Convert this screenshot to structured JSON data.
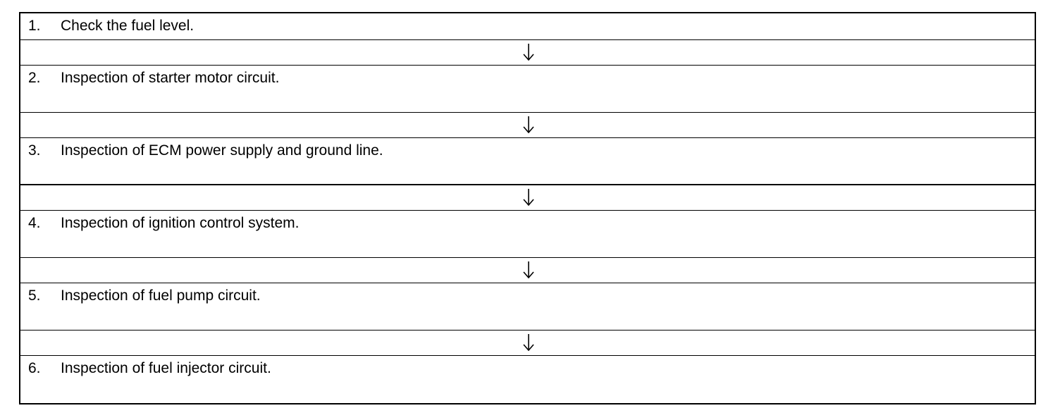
{
  "steps": [
    {
      "number": "1.",
      "text": "Check the fuel level."
    },
    {
      "number": "2.",
      "text": "Inspection of starter motor circuit."
    },
    {
      "number": "3.",
      "text": "Inspection of ECM power supply and ground line."
    },
    {
      "number": "4.",
      "text": "Inspection of ignition control system."
    },
    {
      "number": "5.",
      "text": "Inspection of fuel pump circuit."
    },
    {
      "number": "6.",
      "text": "Inspection of fuel injector circuit."
    }
  ],
  "connector_icon": "down-arrow-icon"
}
